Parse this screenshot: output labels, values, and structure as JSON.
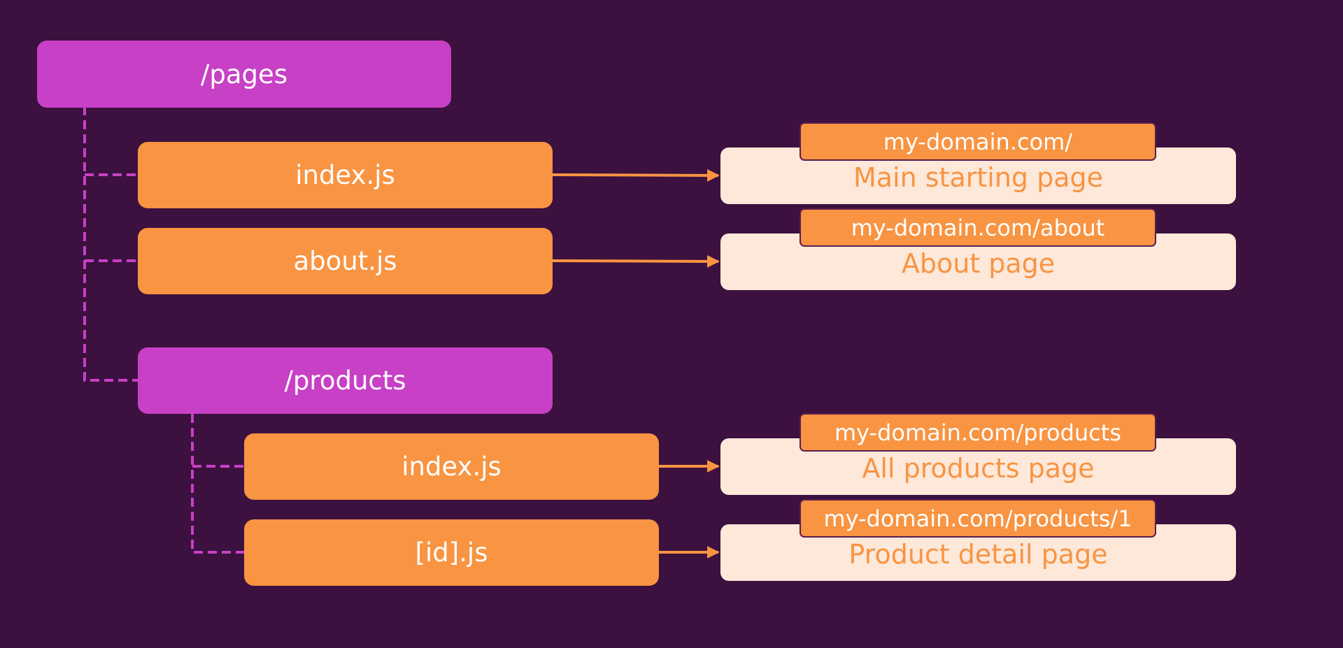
{
  "colors": {
    "background": "#3c103f",
    "folder": "#c840c6",
    "file": "#f89442",
    "page_card": "#fde8da",
    "page_text": "#f89442",
    "tag_border": "#5a1d4f"
  },
  "tree": {
    "root": {
      "label": "/pages"
    },
    "index_file": {
      "label": "index.js"
    },
    "about_file": {
      "label": "about.js"
    },
    "products_folder": {
      "label": "/products"
    },
    "products_index_file": {
      "label": "index.js"
    },
    "product_id_file": {
      "label": "[id].js"
    }
  },
  "routes": [
    {
      "url": "my-domain.com/",
      "page": "Main starting page"
    },
    {
      "url": "my-domain.com/about",
      "page": "About page"
    },
    {
      "url": "my-domain.com/products",
      "page": "All products page"
    },
    {
      "url": "my-domain.com/products/1",
      "page": "Product detail page"
    }
  ]
}
